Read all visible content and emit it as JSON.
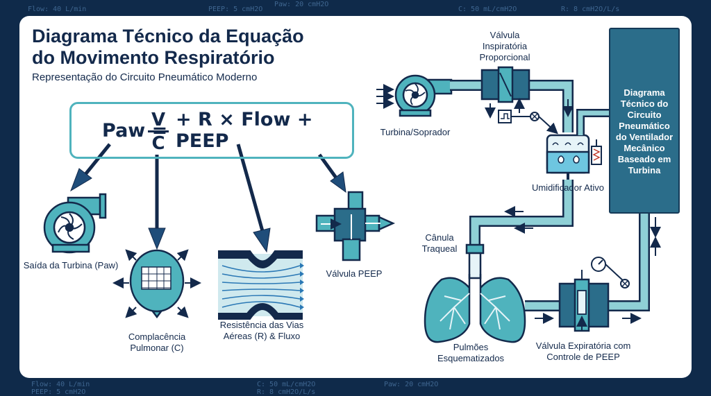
{
  "background_labels": [
    "Flow: 40 L/min",
    "PEEP: 5 cmH2O",
    "Paw: 20 cmH2O",
    "C: 50 mL/cmH2O",
    "R: 8 cmH2O/L/s",
    "Flow: 40 L/min",
    "PEEP: 5 cmH2O",
    "C: 50 mL/cmH2O",
    "R: 8 cmH2O/L/s",
    "Paw: 20 cmH2O"
  ],
  "title": "Diagrama Técnico da Equação do Movimento Respiratório",
  "subtitle": "Representação do Circuito Pneumático Moderno",
  "equation": {
    "paw": "Paw =",
    "numerator": "V",
    "denominator": "C",
    "rest": "+ R × Flow + PEEP"
  },
  "components": {
    "turbine_output": "Saída da Turbina (Paw)",
    "compliance": "Complacência Pulmonar (C)",
    "resistance": "Resistência das Vias Aéreas (R) & Fluxo",
    "peep_valve": "Válvula PEEP"
  },
  "circuit": {
    "inspiratory_valve": "Válvula Inspiratória Proporcional",
    "turbine": "Turbina/Soprador",
    "humidifier": "Umidificador Ativo",
    "cannula": "Cânula Traqueal",
    "lungs": "Pulmões Esquematizados",
    "expiratory_valve": "Válvula Expiratória com Controle de PEEP",
    "tower": "Diagrama Técnico do Circuito Pneumático do Ventilador Mecânico Baseado em Turbina"
  },
  "colors": {
    "navy": "#13294b",
    "teal": "#4fb3bd",
    "teal_dark": "#2b6d8a",
    "background": "#0f2a4a"
  }
}
